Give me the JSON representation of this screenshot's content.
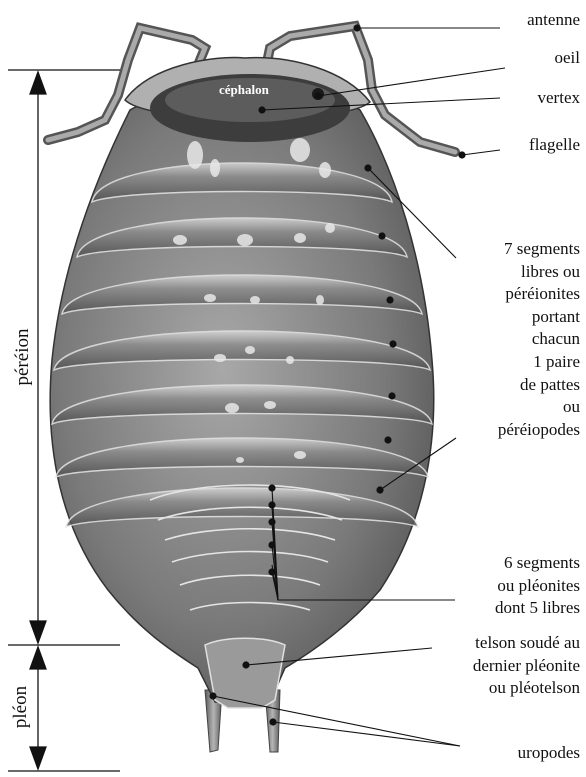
{
  "labels": {
    "antenne": "antenne",
    "oeil": "oeil",
    "vertex": "vertex",
    "flagelle": "flagelle",
    "cephalon": "céphalon",
    "pereion": "péréion",
    "pleon": "pléon",
    "pereion_segments": [
      "7 segments",
      "libres ou",
      "péréionites",
      "portant",
      "chacun",
      "1 paire",
      "de pattes",
      "ou",
      "péréiopodes"
    ],
    "pleon_segments": [
      "6 segments",
      "ou pléonites",
      "dont 5 libres"
    ],
    "telson": [
      "telson soudé au",
      "dernier pléonite",
      "ou pléotelson"
    ],
    "uropodes": "uropodes"
  },
  "colors": {
    "body_dark": "#4a4a4a",
    "body_mid": "#8a8a8a",
    "body_light": "#cfcfcf",
    "line": "#111111"
  }
}
